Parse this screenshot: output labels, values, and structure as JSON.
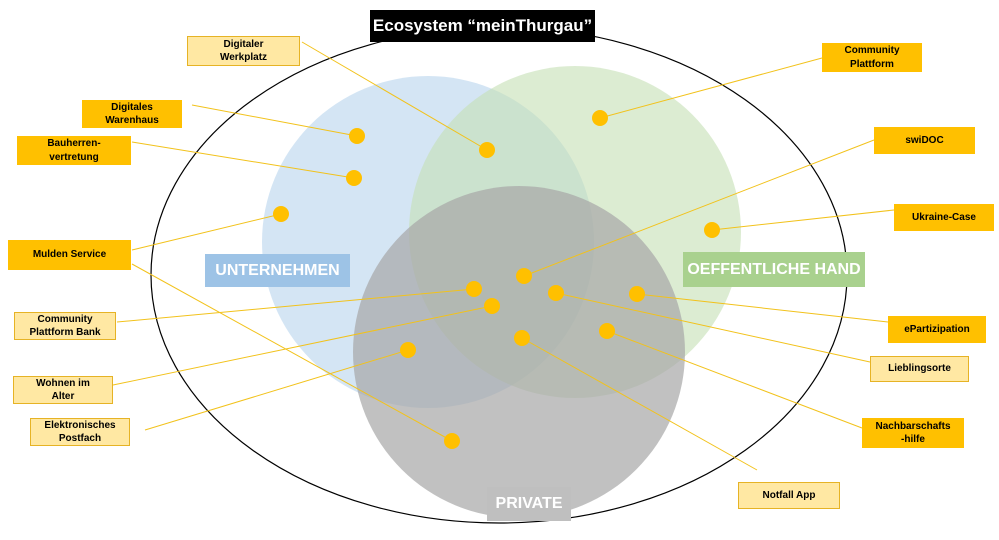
{
  "title": "Ecosystem “meinThurgau”",
  "circles": {
    "unternehmen": "UNTERNEHMEN",
    "oeffentliche_hand": "OEFFENTLICHE HAND",
    "private": "PRIVATE"
  },
  "colors": {
    "unternehmen": "#bdd7ee",
    "oeffentliche_hand": "#c5e0b4",
    "private": "#a6a6a6",
    "callout": "#ffc000",
    "callout_light": "#ffe8a3",
    "connector": "#f2c21b"
  },
  "callouts": {
    "digitaler_werkplatz": "Digitaler\nWerkplatz",
    "digitales_warenhaus": "Digitales\nWarenhaus",
    "bauherrenvertretung": "Bauherren-\nvertretung",
    "mulden_service": "Mulden  Service",
    "community_plattform_bank": "Community\nPlattform  Bank",
    "wohnen_im_alter": "Wohnen im\nAlter",
    "elektronisches_postfach": "Elektronisches\nPostfach",
    "community_plattform": "Community\nPlattform",
    "swidoc": "swiDOC",
    "ukraine_case": "Ukraine-Case",
    "epartizipation": "ePartizipation",
    "lieblingsorte": "Lieblingsorte",
    "nachbarschaftshilfe": "Nachbarschafts\n-hilfe",
    "notfall_app": "Notfall App"
  }
}
